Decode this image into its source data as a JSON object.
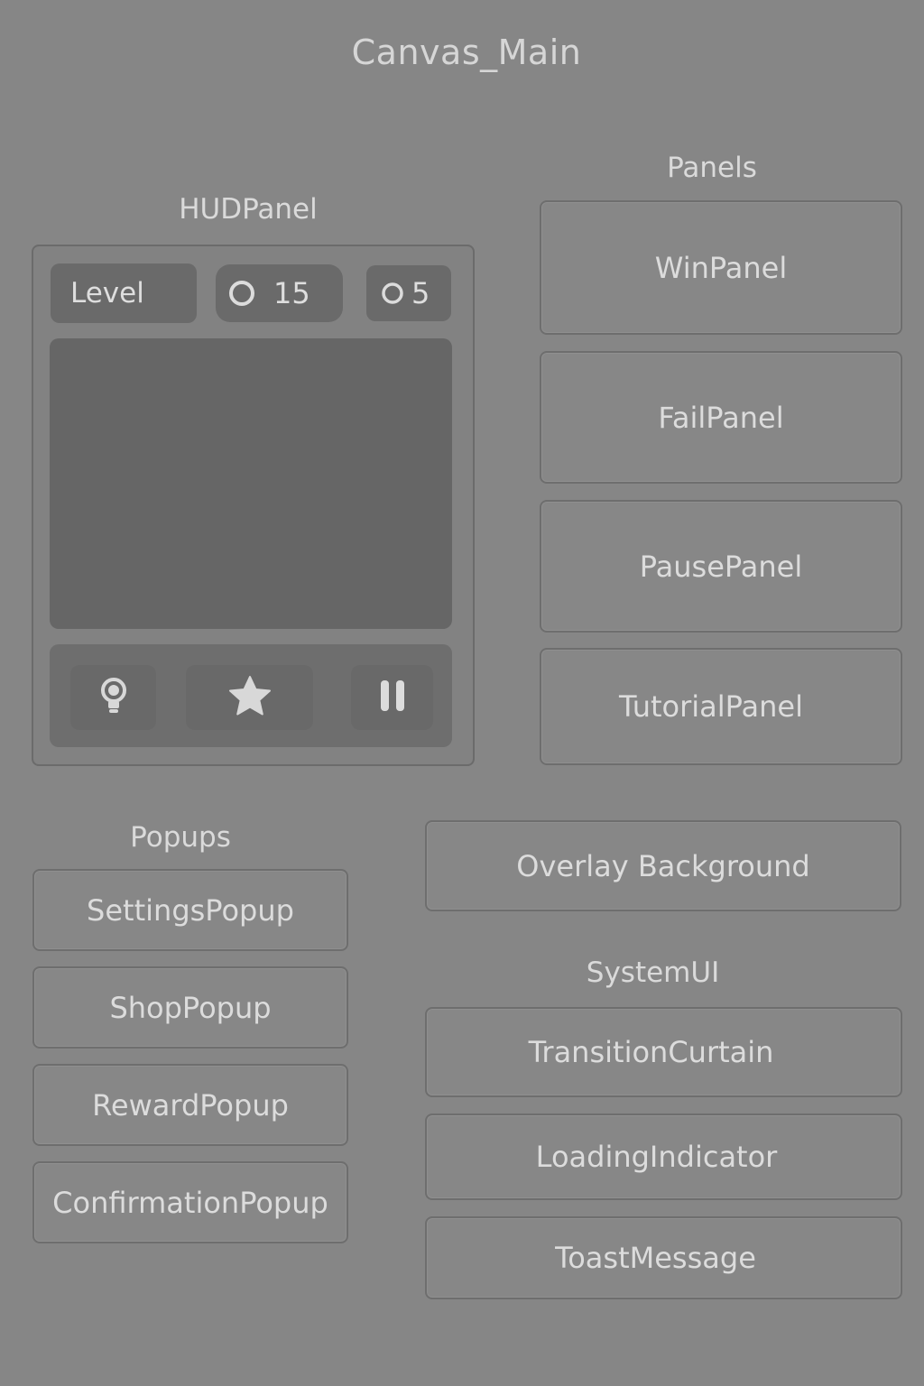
{
  "title": "Canvas_Main",
  "hud": {
    "label": "HUDPanel",
    "level_label": "Level",
    "counter_a": "15",
    "counter_b": "5"
  },
  "panels": {
    "label": "Panels",
    "items": [
      "WinPanel",
      "FailPanel",
      "PausePanel",
      "TutorialPanel"
    ]
  },
  "popups": {
    "label": "Popups",
    "items": [
      "SettingsPopup",
      "ShopPopup",
      "RewardPopup",
      "ConfirmationPopup"
    ]
  },
  "overlay": {
    "label": "Overlay Background"
  },
  "system_ui": {
    "label": "SystemUI",
    "items": [
      "TransitionCurtain",
      "LoadingIndicator",
      "ToastMessage"
    ]
  },
  "icons": {
    "counter_a": "ring-icon",
    "counter_b": "ring-icon",
    "hint": "lightbulb-icon",
    "star": "star-icon",
    "pause": "pause-icon"
  }
}
